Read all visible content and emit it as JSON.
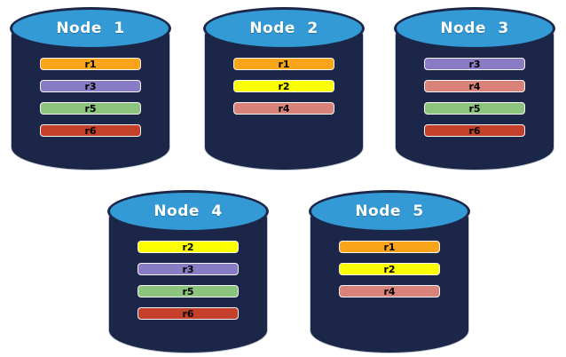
{
  "colors": {
    "background": "#FFFFFF",
    "cylinder_body": "#1B2648",
    "cylinder_top": "#339AD5",
    "bar_border": "#F5F5F5"
  },
  "replica_colors": {
    "r1": "#FAA41A",
    "r2": "#FBFF00",
    "r3": "#8A7CC4",
    "r4": "#D9827A",
    "r5": "#8CC47E",
    "r6": "#C5402B"
  },
  "nodes": [
    {
      "label": "Node 1",
      "replicas": [
        "r1",
        "r3",
        "r5",
        "r6"
      ]
    },
    {
      "label": "Node 2",
      "replicas": [
        "r1",
        "r2",
        "r4"
      ]
    },
    {
      "label": "Node 3",
      "replicas": [
        "r3",
        "r4",
        "r5",
        "r6"
      ]
    },
    {
      "label": "Node 4",
      "replicas": [
        "r2",
        "r3",
        "r5",
        "r6"
      ]
    },
    {
      "label": "Node 5",
      "replicas": [
        "r1",
        "r2",
        "r4"
      ]
    }
  ]
}
